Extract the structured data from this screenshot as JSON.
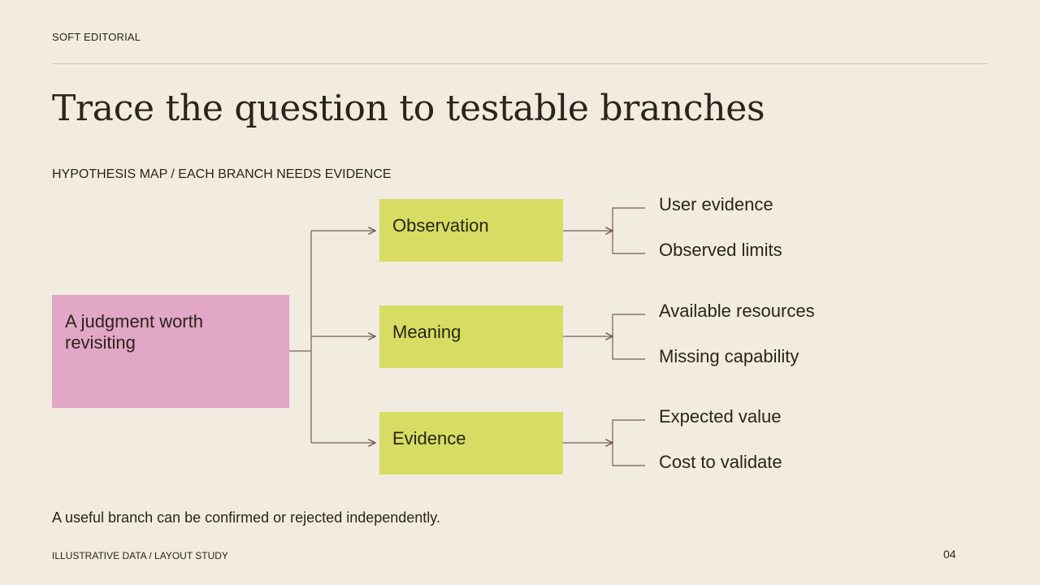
{
  "header": {
    "kicker": "SOFT EDITORIAL",
    "title": "Trace the question to testable branches"
  },
  "section_label": "HYPOTHESIS MAP / EACH BRANCH NEEDS EVIDENCE",
  "diagram": {
    "root": "A judgment worth revisiting",
    "branches": [
      {
        "label": "Observation",
        "leaves": [
          "User evidence",
          "Observed limits"
        ]
      },
      {
        "label": "Meaning",
        "leaves": [
          "Available resources",
          "Missing capability"
        ]
      },
      {
        "label": "Evidence",
        "leaves": [
          "Expected value",
          "Cost to validate"
        ]
      }
    ]
  },
  "note": "A useful branch can be confirmed or rejected independently.",
  "footer": {
    "caption": "ILLUSTRATIVE DATA / LAYOUT STUDY",
    "page_number": "04"
  },
  "colors": {
    "background": "#f1ecdf",
    "root_fill": "#e2a6c6",
    "branch_fill": "#d6dd62",
    "connector": "#7a5a5e",
    "text": "#2b241c"
  }
}
